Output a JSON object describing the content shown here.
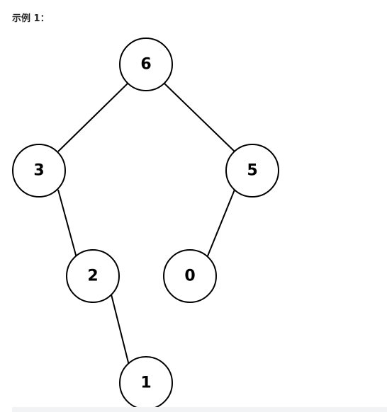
{
  "heading": "示例 1：",
  "tree": {
    "nodes": [
      {
        "id": "n6",
        "label": "6"
      },
      {
        "id": "n3",
        "label": "3"
      },
      {
        "id": "n5",
        "label": "5"
      },
      {
        "id": "n2",
        "label": "2"
      },
      {
        "id": "n0",
        "label": "0"
      },
      {
        "id": "n1",
        "label": "1"
      }
    ],
    "edges": [
      {
        "from": "n6",
        "to": "n3"
      },
      {
        "from": "n6",
        "to": "n5"
      },
      {
        "from": "n3",
        "to": "n2"
      },
      {
        "from": "n5",
        "to": "n0"
      },
      {
        "from": "n2",
        "to": "n1"
      }
    ]
  }
}
